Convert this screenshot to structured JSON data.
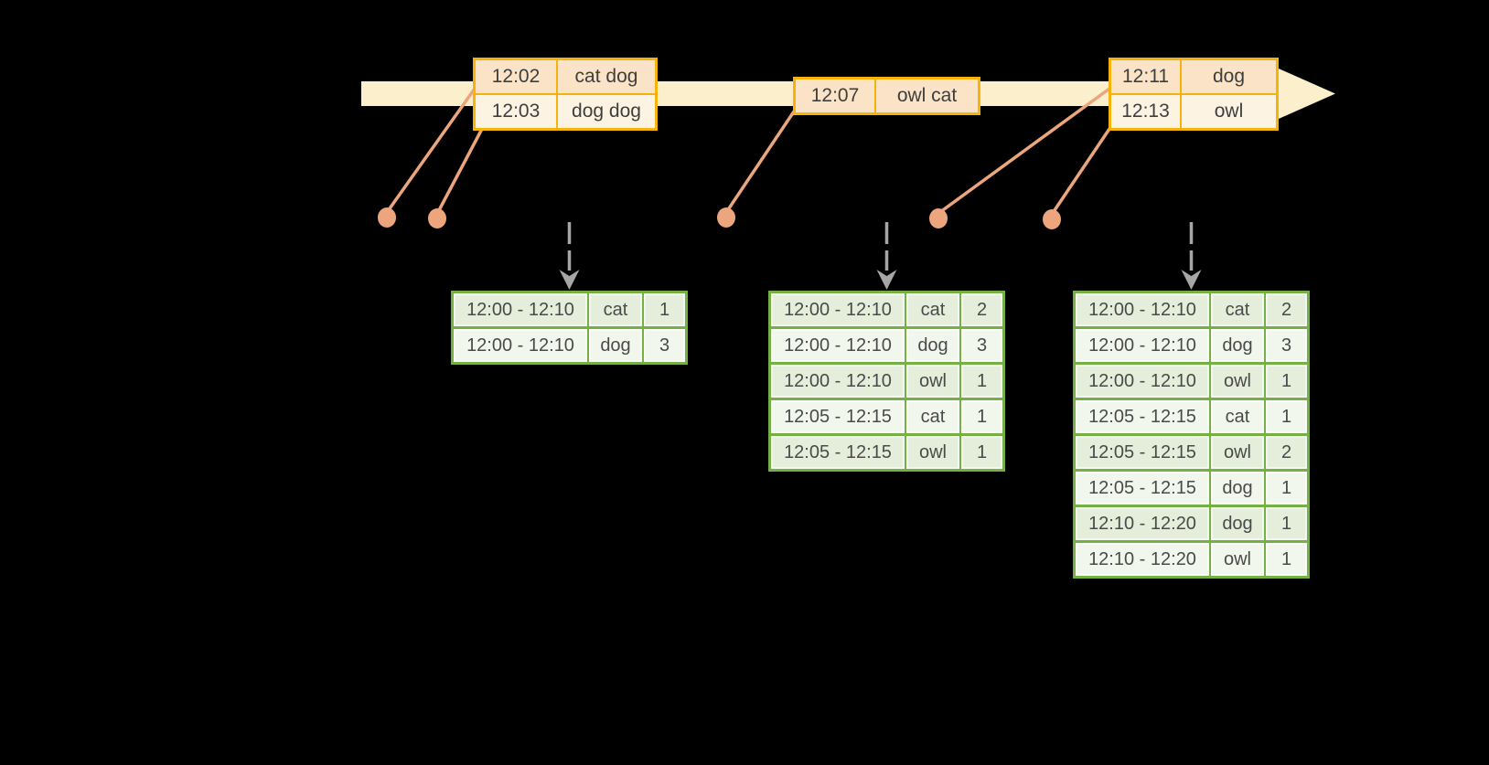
{
  "event_tables": [
    {
      "rows": [
        {
          "time": "12:02",
          "words": "cat dog"
        },
        {
          "time": "12:03",
          "words": "dog dog"
        }
      ]
    },
    {
      "rows": [
        {
          "time": "12:07",
          "words": "owl cat"
        }
      ]
    },
    {
      "rows": [
        {
          "time": "12:11",
          "words": "dog"
        },
        {
          "time": "12:13",
          "words": "owl"
        }
      ]
    }
  ],
  "result_tables": [
    {
      "rows": [
        {
          "window": "12:00 - 12:10",
          "word": "cat",
          "count": "1"
        },
        {
          "window": "12:00 - 12:10",
          "word": "dog",
          "count": "3"
        }
      ]
    },
    {
      "rows": [
        {
          "window": "12:00 - 12:10",
          "word": "cat",
          "count": "2"
        },
        {
          "window": "12:00 - 12:10",
          "word": "dog",
          "count": "3"
        },
        {
          "window": "12:00 - 12:10",
          "word": "owl",
          "count": "1"
        },
        {
          "window": "12:05 - 12:15",
          "word": "cat",
          "count": "1"
        },
        {
          "window": "12:05 - 12:15",
          "word": "owl",
          "count": "1"
        }
      ]
    },
    {
      "rows": [
        {
          "window": "12:00 - 12:10",
          "word": "cat",
          "count": "2"
        },
        {
          "window": "12:00 - 12:10",
          "word": "dog",
          "count": "3"
        },
        {
          "window": "12:00 - 12:10",
          "word": "owl",
          "count": "1"
        },
        {
          "window": "12:05 - 12:15",
          "word": "cat",
          "count": "1"
        },
        {
          "window": "12:05 - 12:15",
          "word": "owl",
          "count": "2"
        },
        {
          "window": "12:05 - 12:15",
          "word": "dog",
          "count": "1"
        },
        {
          "window": "12:10 - 12:20",
          "word": "dog",
          "count": "1"
        },
        {
          "window": "12:10 - 12:20",
          "word": "owl",
          "count": "1"
        }
      ]
    }
  ],
  "colors": {
    "background": "#000000",
    "timeline_band": "#FCF0CC",
    "event_border": "#F5B30B",
    "event_row_dark": "#FAE3C6",
    "event_row_light": "#FDF3E2",
    "connector": "#ECA57D",
    "trigger_arrow": "#A6A6A6",
    "result_border": "#74B044",
    "result_row_dark": "#E5EEDB",
    "result_row_light": "#F2F7ED"
  }
}
